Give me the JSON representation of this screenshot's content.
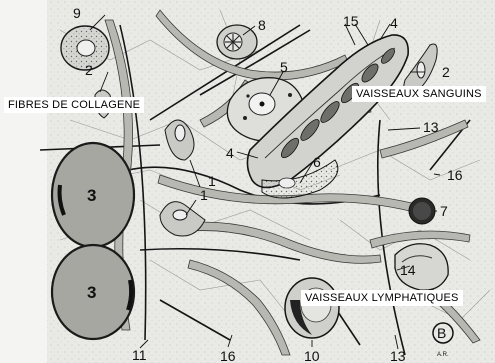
{
  "banners": {
    "collagen": "FIBRES DE COLLAGENE",
    "sanguins": "VAISSEAUX SANGUINS",
    "lymphatiques": "VAISSEAUX LYMPHATIQUES"
  },
  "numbers": {
    "n1a": "1",
    "n1b": "1",
    "n2a": "2",
    "n2b": "2",
    "n3a": "3",
    "n3b": "3",
    "n4a": "4",
    "n4b": "4",
    "n5": "5",
    "n6": "6",
    "n7": "7",
    "n8": "8",
    "n9": "9",
    "n10": "10",
    "n11": "11",
    "n13a": "13",
    "n13b": "13",
    "n14": "14",
    "n15": "15",
    "n16a": "16",
    "n16b": "16"
  },
  "corner": {
    "letter": "B",
    "initials": "A.R."
  },
  "colors": {
    "paper": "#f4f4f2",
    "ink": "#111111",
    "tissue": "#bdbdb8"
  }
}
